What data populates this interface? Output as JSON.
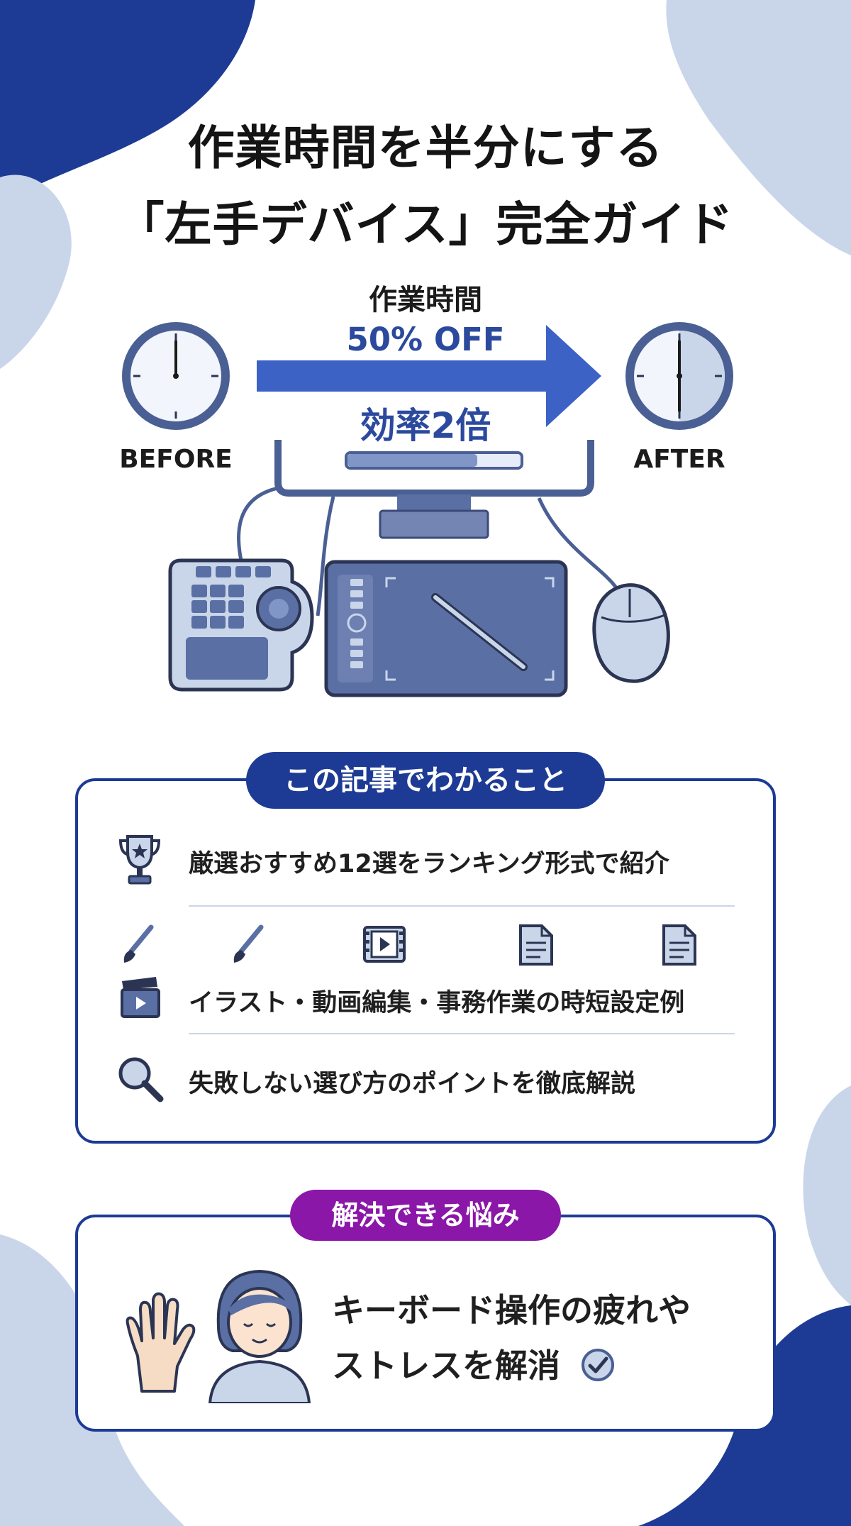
{
  "title": {
    "line1": "作業時間を半分にする",
    "line2": "「左手デバイス」完全ガイド"
  },
  "hero": {
    "time_label": "作業時間",
    "off_label": "50% OFF",
    "efficiency_label": "効率2倍",
    "before_label": "BEFORE",
    "after_label": "AFTER",
    "progress": 0.75
  },
  "learn": {
    "heading": "この記事でわかること",
    "items": [
      {
        "icon": "trophy-icon",
        "text": "厳選おすすめ12選をランキング形式で紹介"
      },
      {
        "icon": "brush-icon",
        "text": "イラスト・動画編集・事務作業の時短設定例"
      },
      {
        "icon": "magnifier-icon",
        "text": "失敗しない選び方のポイントを徹底解説"
      }
    ]
  },
  "trouble": {
    "heading": "解決できる悩み",
    "line1": "キーボード操作の疲れや",
    "line2": "ストレスを解消"
  },
  "colors": {
    "navy": "#1d3b95",
    "purple": "#8a17a8",
    "light_blue": "#c9d6ea",
    "arrow": "#3b62c4"
  }
}
